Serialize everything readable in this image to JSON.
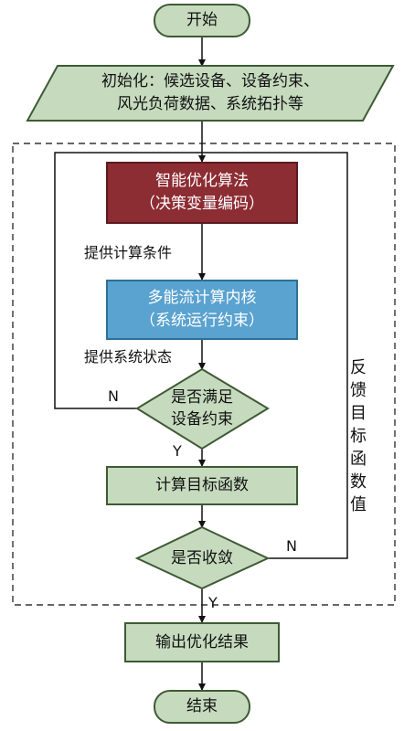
{
  "nodes": {
    "start": "开始",
    "init_line1": "初始化：候选设备、设备约束、",
    "init_line2": "风光负荷数据、系统拓扑等",
    "algo_line1": "智能优化算法",
    "algo_line2": "（决策变量编码）",
    "core_line1": "多能流计算内核",
    "core_line2": "（系统运行约束）",
    "check_line1": "是否满足",
    "check_line2": "设备约束",
    "calc": "计算目标函数",
    "converge": "是否收敛",
    "output": "输出优化结果",
    "end": "结束"
  },
  "labels": {
    "provide_calc": "提供计算条件",
    "provide_state": "提供系统状态",
    "n1": "N",
    "y1": "Y",
    "n2": "N",
    "y2": "Y",
    "feedback": "反馈目标函数值"
  },
  "colors": {
    "green_fill": "#c6dbbe",
    "green_border": "#3e5a34",
    "red_fill": "#8c2c33",
    "blue_fill": "#5aa2cf"
  }
}
